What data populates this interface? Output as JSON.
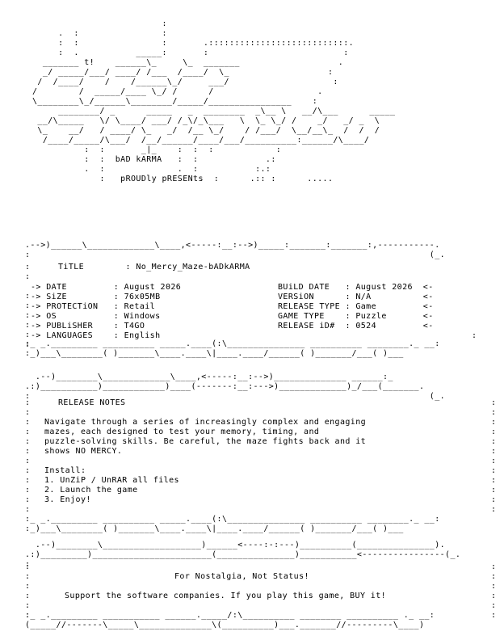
{
  "art": {
    "logo": [
      "                         :",
      "     .  :                :",
      "     :  :                :       .:::::::::::::::::::::::::::.",
      "     :  .           _____:       :                          :",
      "  _______ t!    ______\\_     \\_  _______                   .",
      "  _/ _____/___/ ____/ /___  /____/  \\_                   :",
      " /  /____/    /    /______\\_/     ___/                    :",
      "/        /  _____/____ \\_/ /      /                    .",
      "\\________\\_/______\\________/_____/________________    :",
      "     ________/ _      _____   _  ________  _\\__ \\   __/\\___      _____",
      " __/\\_____   \\/ \\____/ ___/ /_\\/_\\___   \\  \\_ \\_/ /    _/   _/ _  \\",
      " \\_    __/   / ____/ \\_   _/  /__ \\_/    / /___/  \\__/__\\_  /  /  /",
      "  /____/_____/\\___/  /__/______/____/___/__________:______/\\____/",
      "          :  :       _|_    :  :  :            :",
      "          :  :  bAD kARMA   :  :             .:",
      "          .  :              .  :           :.:",
      "             :   pROUDly pRESENts  :      .:: :      ....."
    ],
    "top1": [
      ".-->)______\\_____________\\____,<-----:__:-->)_____:_______:_______:,-----------.",
      ":                                                                             (_."
    ],
    "sep_bottom": [
      ":_ _._________ __________ _____.____(:\\_______________ __________ ________._ __:",
      ":_)___\\________( )_______\\____.____\\|____.____/______( )_______/___( )___",
      ""
    ],
    "top2": [
      "  .--)________\\_____________\\____,<-----:__:-->)______________ ______:_",
      ".:)___________)____________)____(-------:__:--->)_____________)_/___(_______.",
      ":                                                                             (_."
    ],
    "top3": [
      "  .--)________\\___________________)______<----:-:---)__________(_______________).",
      ".:)_________)_______________________(_______________)___________<----------------(_.",
      ":"
    ],
    "bottom3": [
      ":_ _._________ ___________ ______._____/:\\__________ ________ __________ ._ __:",
      "(_____//-------\\_____\\______________\\(__________)___._______//---------\\____)"
    ]
  },
  "release": {
    "title_label": "TiTLE",
    "title_value": "No_Mercy_Maze-bADkARMA",
    "left": [
      {
        "label": "DATE",
        "value": "August 2026"
      },
      {
        "label": "SiZE",
        "value": "76x05MB"
      },
      {
        "label": "PROTECTiON",
        "value": "Retail"
      },
      {
        "label": "OS",
        "value": "Windows"
      },
      {
        "label": "PUBLiSHER",
        "value": "T4GO"
      },
      {
        "label": "LANGUAGES",
        "value": "English"
      }
    ],
    "right": [
      {
        "label": "BUiLD DATE",
        "value": "August 2026"
      },
      {
        "label": "VERSiON",
        "value": "N/A"
      },
      {
        "label": "RELEASE TYPE",
        "value": "Game"
      },
      {
        "label": "GAME TYPE",
        "value": "Puzzle"
      },
      {
        "label": "RELEASE iD#",
        "value": "0524"
      }
    ]
  },
  "notes": {
    "heading": "RELEASE NOTES",
    "body": [
      "Navigate through a series of increasingly complex and engaging",
      "mazes, each designed to test your memory, timing, and",
      "puzzle-solving skills. Be careful, the maze fights back and it",
      "shows NO MERCY."
    ],
    "install_heading": "Install:",
    "install_steps": [
      "1. UnZiP / UnRAR all files",
      "2. Launch the game",
      "3. Enjoy!"
    ]
  },
  "footer": {
    "motto": "For Nostalgia, Not Status!",
    "support": "Support the software companies. If you play this game, BUY it!"
  }
}
